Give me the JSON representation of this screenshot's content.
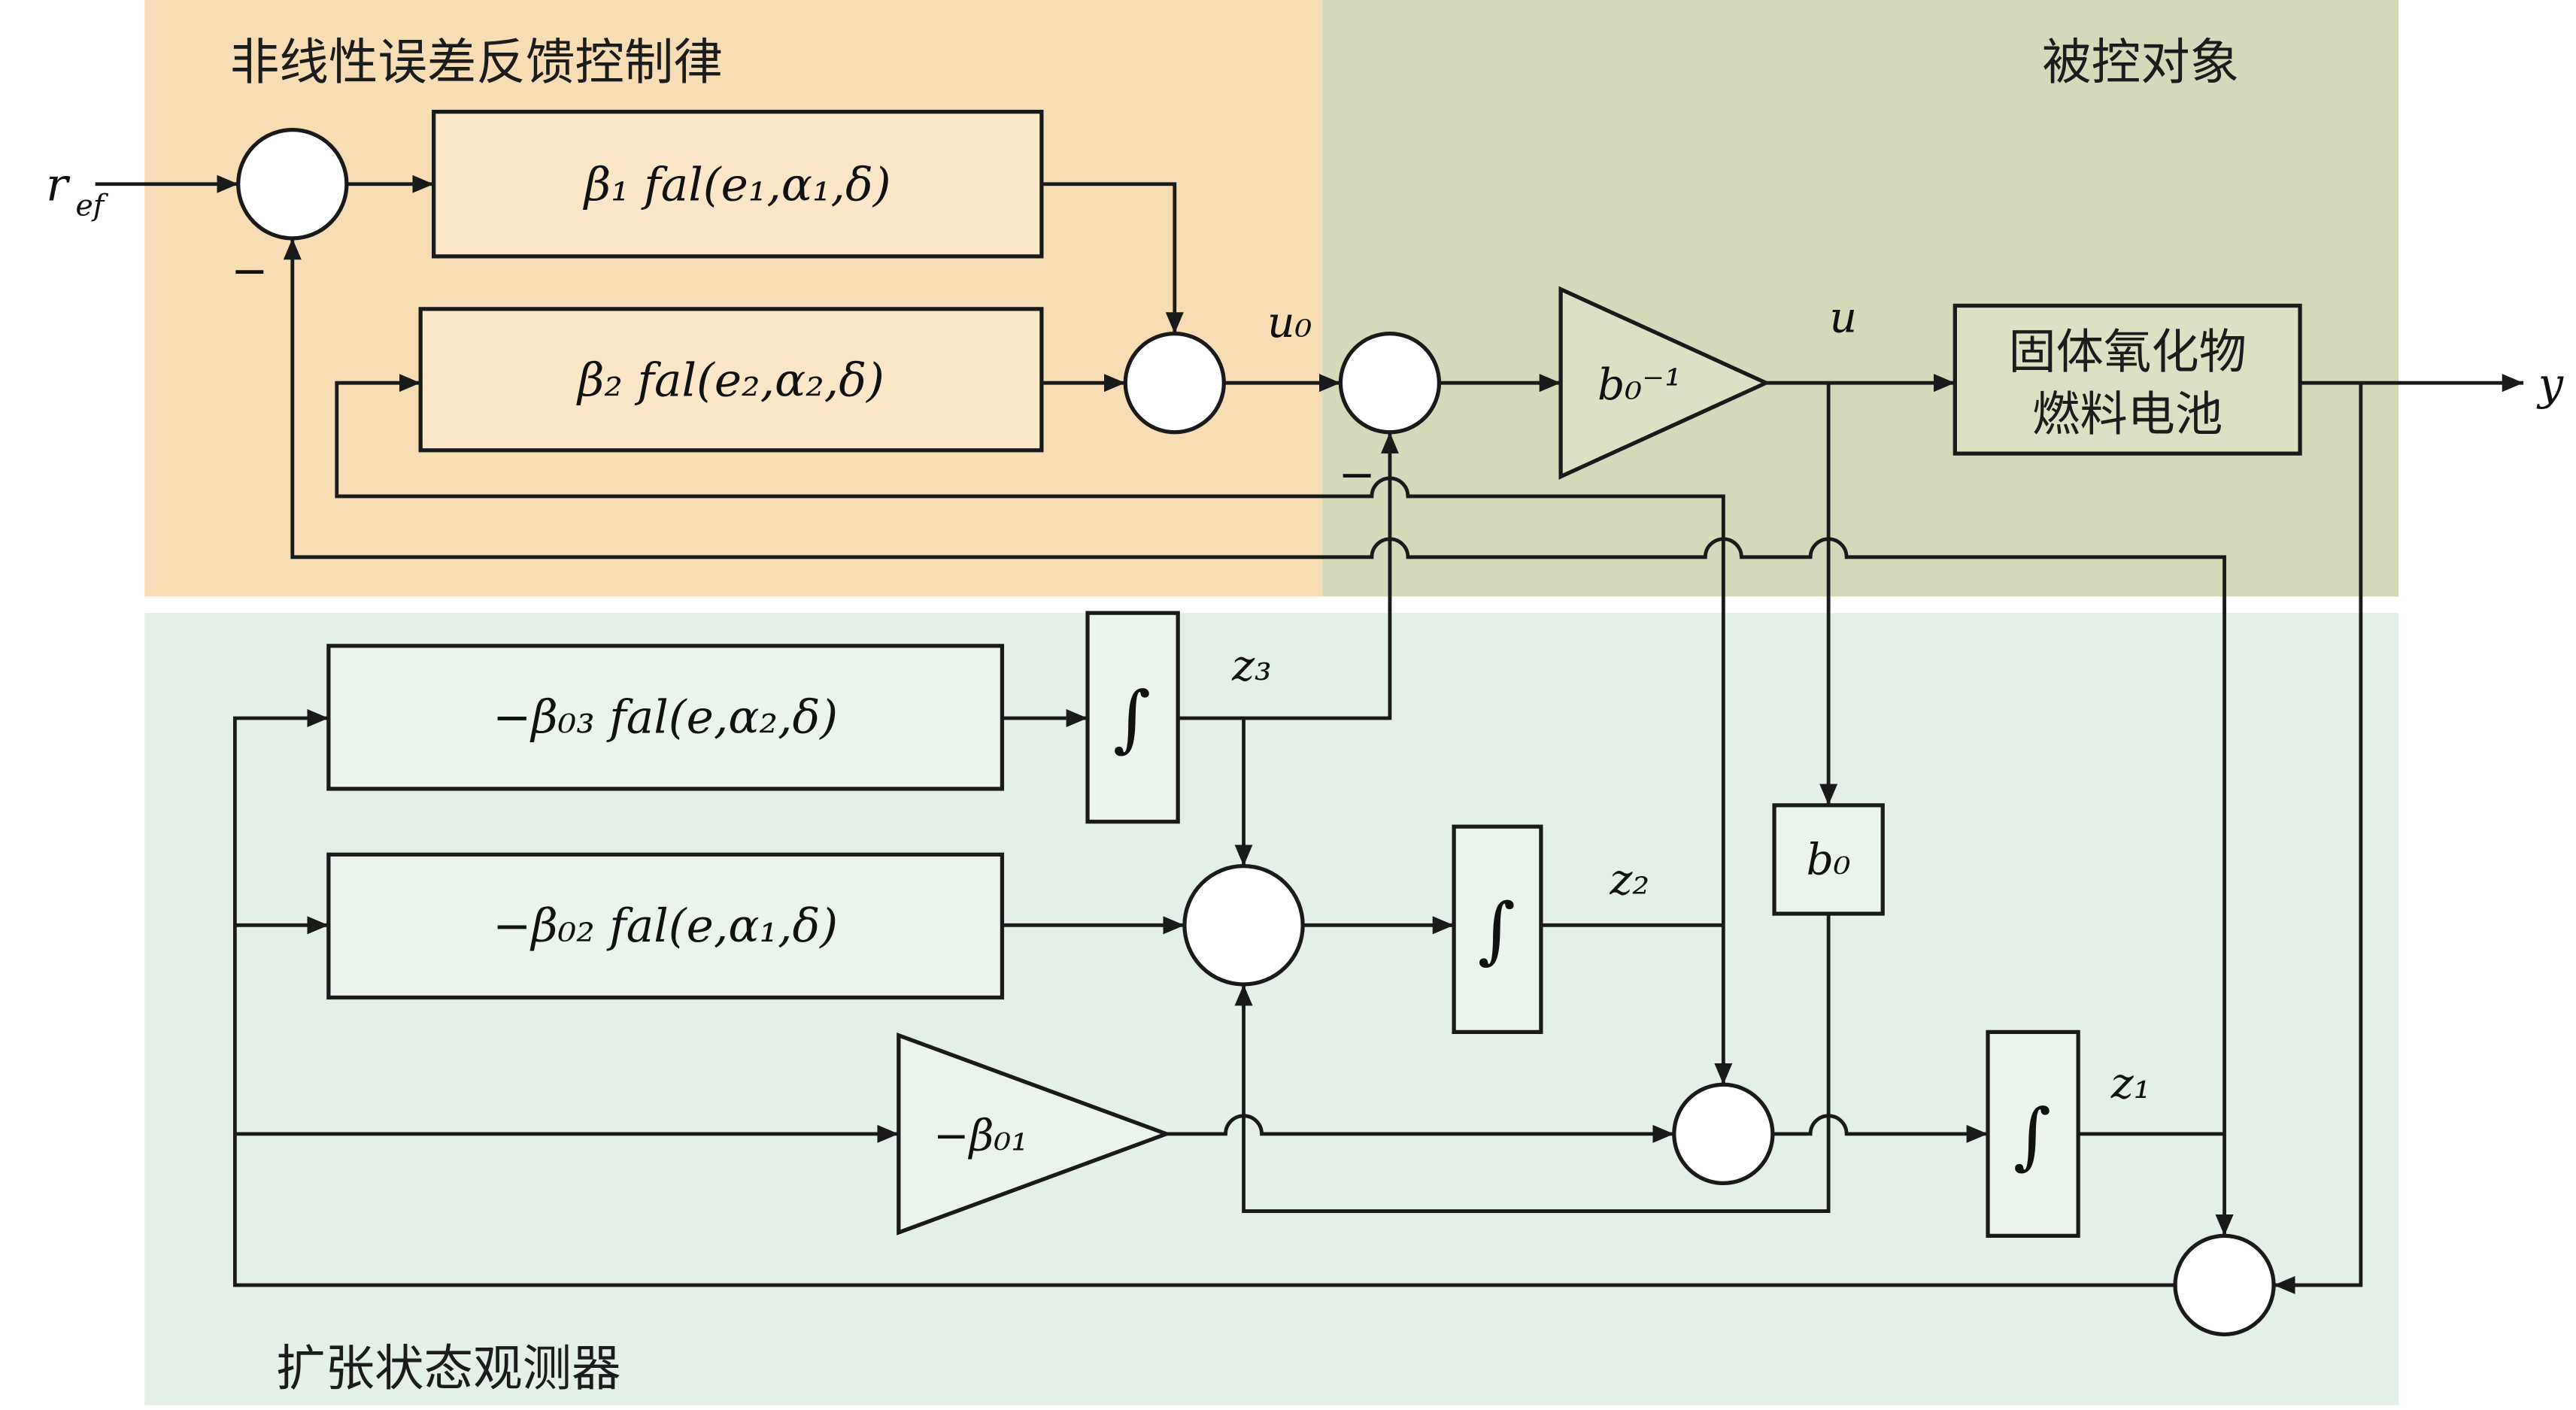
{
  "regions": {
    "controller": {
      "title": "非线性误差反馈控制律",
      "color": "#f8dcb4"
    },
    "plant": {
      "title": "被控对象",
      "color": "#d6d8ba"
    },
    "observer": {
      "title": "扩张状态观测器",
      "color": "#e4efe8"
    }
  },
  "labels": {
    "r_main": "r",
    "r_sub": "ef",
    "minus_top": "−",
    "minus_mid": "−",
    "u0": "u₀",
    "u": "u",
    "y": "y",
    "z1": "z₁",
    "z2": "z₂",
    "z3": "z₃"
  },
  "blocks": {
    "beta1": "β₁ fal(e₁,α₁,δ)",
    "beta2": "β₂ fal(e₂,α₂,δ)",
    "beta03": "−β₀₃ fal(e,α₂,δ)",
    "beta02": "−β₀₂ fal(e,α₁,δ)",
    "b0_inv": "b₀⁻¹",
    "b01": "−β₀₁",
    "b0": "b₀",
    "integrator": "∫",
    "plant_line1": "固体氧化物",
    "plant_line2": "燃料电池"
  }
}
